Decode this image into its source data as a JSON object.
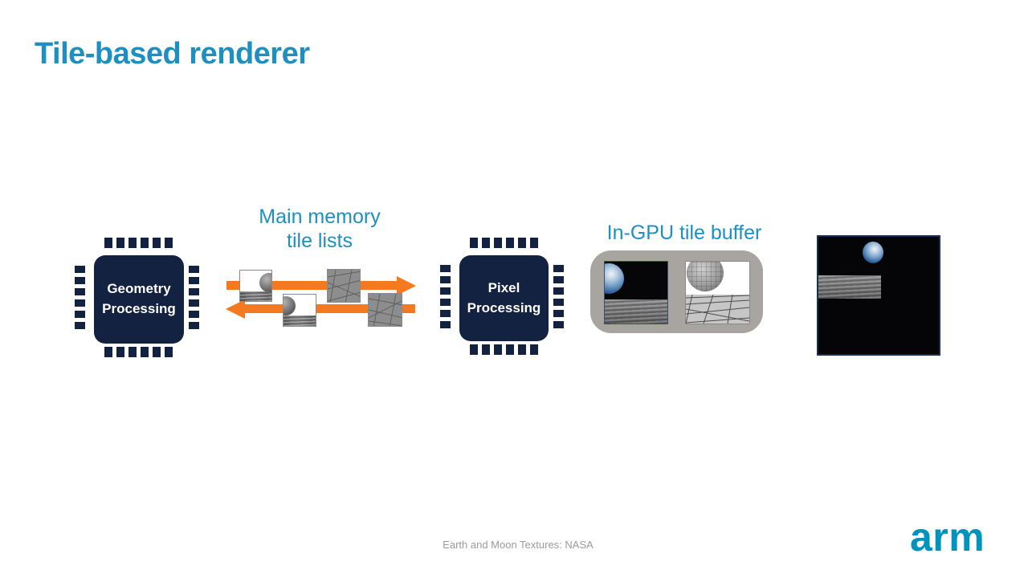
{
  "slide": {
    "title": "Tile-based renderer",
    "footer_credit": "Earth and Moon Textures: NASA",
    "brand_logo": "arm"
  },
  "diagram": {
    "geometry_chip": {
      "label": "Geometry Processing"
    },
    "pixel_chip": {
      "label": "Pixel Processing"
    },
    "main_memory_label": "Main memory tile lists",
    "gpu_tile_buffer_label": "In-GPU tile buffer",
    "flow": "Geometry Processing -> main memory tile lists -> Pixel Processing -> In-GPU tile buffer -> framebuffer",
    "icons": [
      "chip-icon",
      "arrow-right-icon",
      "arrow-left-icon",
      "tile-thumbnail",
      "earth-sphere",
      "moon-surface"
    ]
  },
  "colors": {
    "accent_blue": "#1d8fc0",
    "chip_navy": "#132240",
    "arrow_orange": "#f5791f",
    "buffer_gray": "#a8a5a0",
    "brand_blue": "#0093bd",
    "footer_gray": "#9b9b9b"
  }
}
